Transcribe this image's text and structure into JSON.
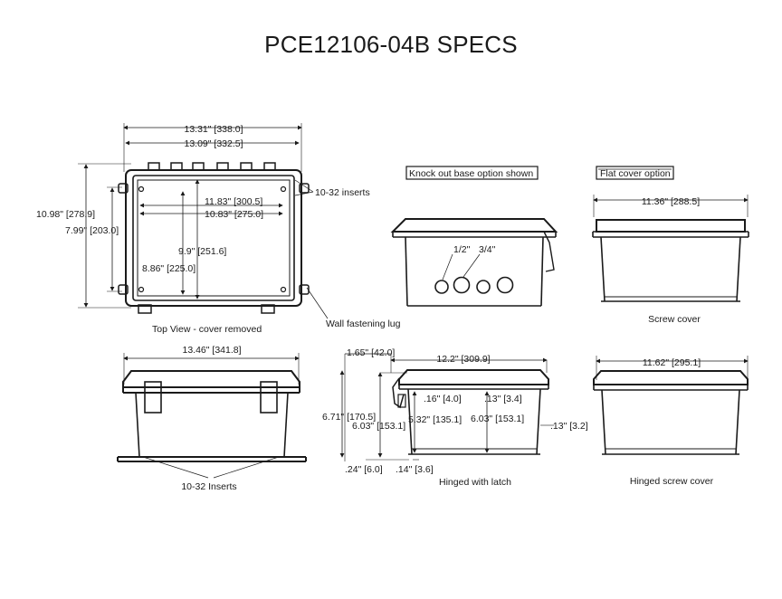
{
  "title": "PCE12106-04B SPECS",
  "top_view": {
    "width_outer": "13.31\" [338.0]",
    "width_inner": "13.09\" [332.5]",
    "height_outer": "10.98\" [278.9]",
    "height_inner": "7.99\" [203.0]",
    "inner_width_a": "11.83\" [300.5]",
    "inner_width_b": "10.83\" [275.0]",
    "inner_height_a": "9.9\" [251.6]",
    "inner_height_b": "8.86\" [225.0]",
    "inserts_label": "10-32 inserts",
    "lug_label": "Wall fastening lug",
    "caption": "Top View - cover removed"
  },
  "front_view": {
    "width": "13.46\" [341.8]",
    "inserts_label": "10-32 Inserts"
  },
  "knockout_view": {
    "label": "Knock out base option shown",
    "size_a": "1/2\"",
    "size_b": "3/4\""
  },
  "flat_cover_view": {
    "label": "Flat cover option",
    "width": "11.36\" [288.5]",
    "caption": "Screw cover"
  },
  "hinged_latch_view": {
    "depth_lug": "1.65\" [42.0]",
    "width": "12.2\" [309.9]",
    "height_total": "6.71\" [170.5]",
    "height_body": "6.03\" [153.1]",
    "wall_a": ".16\" [4.0]",
    "wall_b": ".13\" [3.4]",
    "inner_h_a": "5.32\" [135.1]",
    "inner_h_b": "6.03\" [153.1]",
    "side_wall": ".13\" [3.2]",
    "bottom_a": ".24\" [6.0]",
    "bottom_b": ".14\" [3.6]",
    "caption": "Hinged with latch"
  },
  "hinged_screw_view": {
    "width": "11.62\" [295.1]",
    "caption": "Hinged screw cover"
  }
}
